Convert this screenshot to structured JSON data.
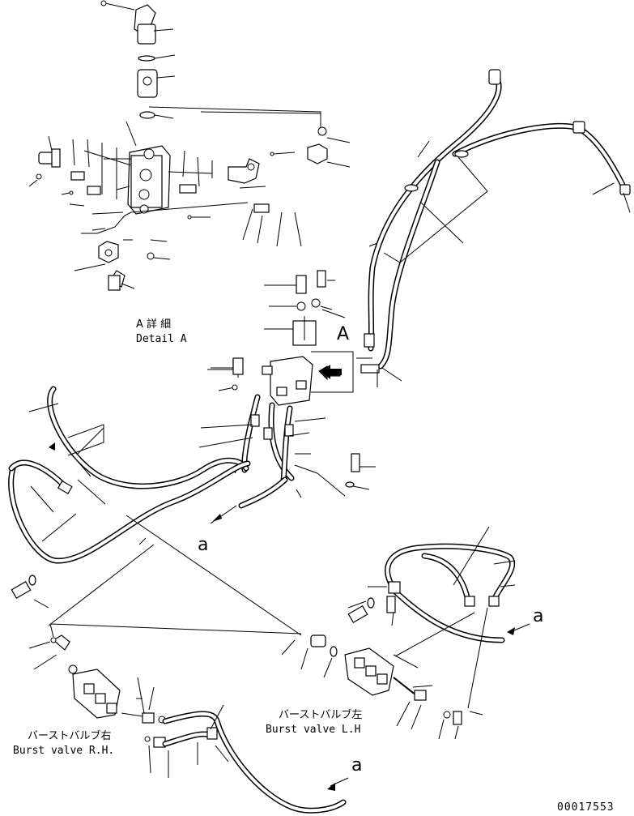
{
  "detail": {
    "title_jp": "A 詳 細",
    "title_en": "Detail A",
    "callout": "A"
  },
  "burst_valve_left": {
    "label_jp": "バーストバルブ左",
    "label_en": "Burst valve L.H"
  },
  "burst_valve_right": {
    "label_jp": "バーストバルブ右",
    "label_en": "Burst valve R.H."
  },
  "connection_labels": [
    "a",
    "a",
    "a"
  ],
  "drawing_number": "00017553"
}
